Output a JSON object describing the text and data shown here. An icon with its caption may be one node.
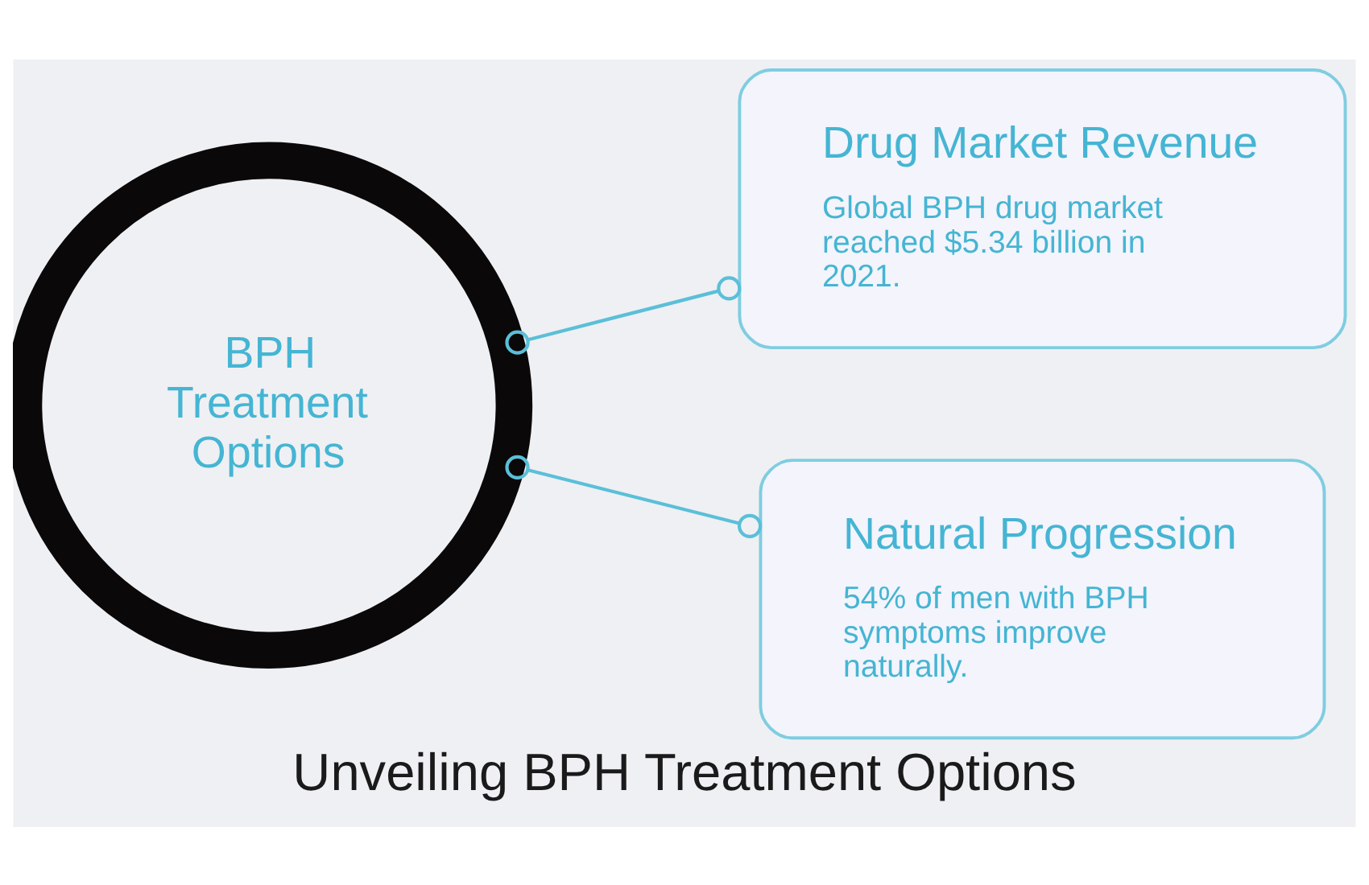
{
  "diagram": {
    "title": "Unveiling BPH Treatment Options",
    "nodes": [
      {
        "text": [
          "BPH Treatment Options"
        ]
      },
      {
        "text": [
          "Drug Market Revenue",
          "Global BPH drug market reached $5.34 billion in 2021."
        ]
      },
      {
        "text": [
          "Natural Progression",
          "54% of men with BPH symptoms improve naturally."
        ]
      }
    ],
    "edges": [
      {
        "from": 0,
        "to": 1,
        "arrow": "other"
      },
      {
        "from": 0,
        "to": 2,
        "arrow": "other"
      }
    ]
  }
}
